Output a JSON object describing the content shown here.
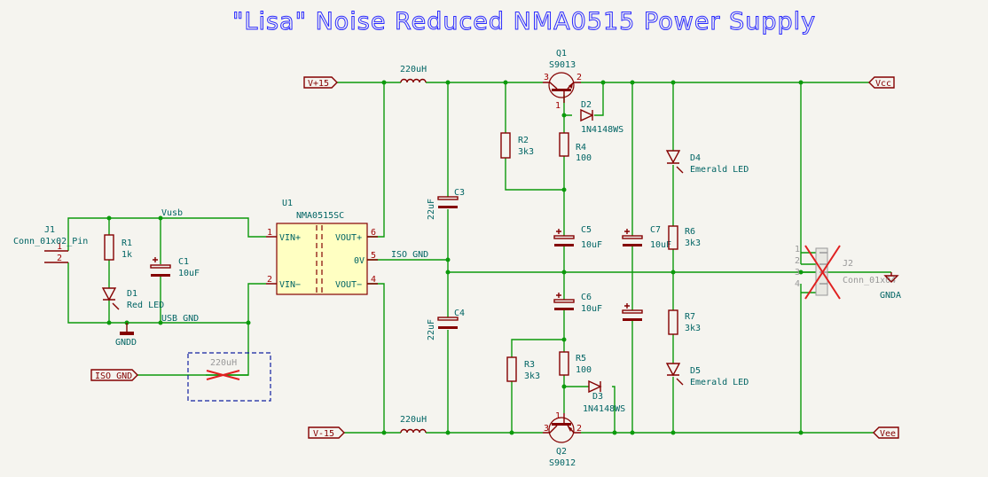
{
  "title": "\"Lisa\" Noise Reduced NMA0515 Power Supply",
  "colors": {
    "wire": "#0c9a0c",
    "component": "#840000",
    "text": "#006464",
    "title": "#2a2aff",
    "background": "#f5f4ef",
    "dnp": "#e02020"
  },
  "labels": {
    "vp15": "V+15",
    "vm15": "V-15",
    "vcc": "Vcc",
    "vee": "Vee",
    "iso_gnd_label": "ISO GND"
  },
  "nets": {
    "vusb": "Vusb",
    "usb_gnd": "USB GND",
    "iso_gnd": "ISO GND"
  },
  "power": {
    "gndd": "GNDD",
    "gnda": "GNDA"
  },
  "J1": {
    "ref": "J1",
    "value": "Conn_01x02_Pin",
    "pins": [
      "1",
      "2"
    ]
  },
  "J2": {
    "ref": "J2",
    "value": "Conn_01x04",
    "pins": [
      "1",
      "2",
      "3",
      "4"
    ]
  },
  "U1": {
    "ref": "U1",
    "value": "NMA0515SC",
    "pins": {
      "vinp": "VIN+",
      "vinm": "VIN−",
      "voutp": "VOUT+",
      "ov": "0V",
      "voutm": "VOUT−"
    },
    "pin_numbers": [
      "1",
      "2",
      "6",
      "5",
      "4"
    ]
  },
  "R1": {
    "ref": "R1",
    "value": "1k"
  },
  "D1": {
    "ref": "D1",
    "value": "Red LED"
  },
  "C1": {
    "ref": "C1",
    "value": "10uF"
  },
  "L1": {
    "value": "220uH"
  },
  "L2": {
    "value": "220uH"
  },
  "L3": {
    "value": "220uH"
  },
  "C3": {
    "ref": "C3",
    "value": "22uF"
  },
  "C4": {
    "ref": "C4",
    "value": "22uF"
  },
  "Q1": {
    "ref": "Q1",
    "value": "S9013",
    "pins": [
      "3",
      "2",
      "1"
    ]
  },
  "Q2": {
    "ref": "Q2",
    "value": "S9012",
    "pins": [
      "3",
      "2",
      "1"
    ]
  },
  "D2": {
    "ref": "D2",
    "value": "1N4148WS"
  },
  "D3": {
    "ref": "D3",
    "value": "1N4148WS"
  },
  "R2": {
    "ref": "R2",
    "value": "3k3"
  },
  "R3": {
    "ref": "R3",
    "value": "3k3"
  },
  "R4": {
    "ref": "R4",
    "value": "100"
  },
  "R5": {
    "ref": "R5",
    "value": "100"
  },
  "C5": {
    "ref": "C5",
    "value": "10uF"
  },
  "C6": {
    "ref": "C6",
    "value": "10uF"
  },
  "C7": {
    "ref": "C7",
    "value": "10uF"
  },
  "D4": {
    "ref": "D4",
    "value": "Emerald LED"
  },
  "D5": {
    "ref": "D5",
    "value": "Emerald LED"
  },
  "R6": {
    "ref": "R6",
    "value": "3k3"
  },
  "R7": {
    "ref": "R7",
    "value": "3k3"
  }
}
